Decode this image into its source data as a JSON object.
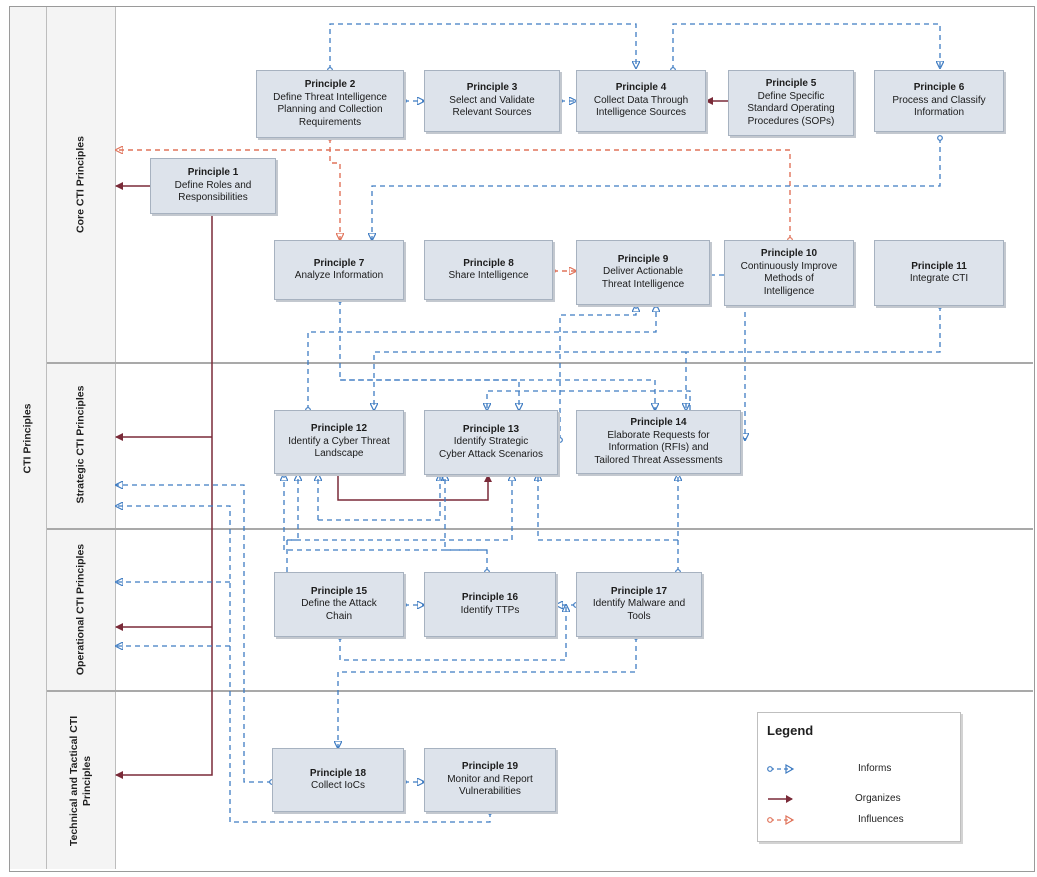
{
  "lanes": {
    "root": "CTI Principles",
    "core": "Core CTI Principles",
    "strategic": "Strategic CTI Principles",
    "operational": "Operational CTI Principles",
    "technical_line1": "Technical and Tactical CTI",
    "technical_line2": "Principles"
  },
  "principles": {
    "p1": {
      "title": "Principle 1",
      "desc": "Define Roles and\nResponsibilities"
    },
    "p2": {
      "title": "Principle 2",
      "desc": "Define Threat Intelligence\nPlanning and Collection\nRequirements"
    },
    "p3": {
      "title": "Principle 3",
      "desc": "Select and Validate\nRelevant Sources"
    },
    "p4": {
      "title": "Principle 4",
      "desc": "Collect Data Through\nIntelligence Sources"
    },
    "p5": {
      "title": "Principle 5",
      "desc": "Define Specific\nStandard Operating\nProcedures (SOPs)"
    },
    "p6": {
      "title": "Principle 6",
      "desc": "Process and Classify\nInformation"
    },
    "p7": {
      "title": "Principle 7",
      "desc": "Analyze Information"
    },
    "p8": {
      "title": "Principle 8",
      "desc": "Share Intelligence"
    },
    "p9": {
      "title": "Principle 9",
      "desc": "Deliver Actionable\nThreat Intelligence"
    },
    "p10": {
      "title": "Principle 10",
      "desc": "Continuously Improve\nMethods of\nIntelligence"
    },
    "p11": {
      "title": "Principle 11",
      "desc": "Integrate CTI"
    },
    "p12": {
      "title": "Principle 12",
      "desc": "Identify a Cyber Threat\nLandscape"
    },
    "p13": {
      "title": "Principle 13",
      "desc": "Identify Strategic\nCyber Attack Scenarios"
    },
    "p14": {
      "title": "Principle 14",
      "desc": "Elaborate Requests for\nInformation (RFIs) and\nTailored Threat Assessments"
    },
    "p15": {
      "title": "Principle 15",
      "desc": "Define the Attack\nChain"
    },
    "p16": {
      "title": "Principle 16",
      "desc": "Identify TTPs"
    },
    "p17": {
      "title": "Principle 17",
      "desc": "Identify Malware and\nTools"
    },
    "p18": {
      "title": "Principle 18",
      "desc": "Collect IoCs"
    },
    "p19": {
      "title": "Principle 19",
      "desc": "Monitor and Report\nVulnerabilities"
    }
  },
  "legend": {
    "title": "Legend",
    "informs": "Informs",
    "organizes": "Organizes",
    "influences": "Influences"
  },
  "colors": {
    "informs": "#3f7cc2",
    "organizes": "#7a2a38",
    "influences": "#e0735a",
    "box_fill": "#dde3eb"
  }
}
